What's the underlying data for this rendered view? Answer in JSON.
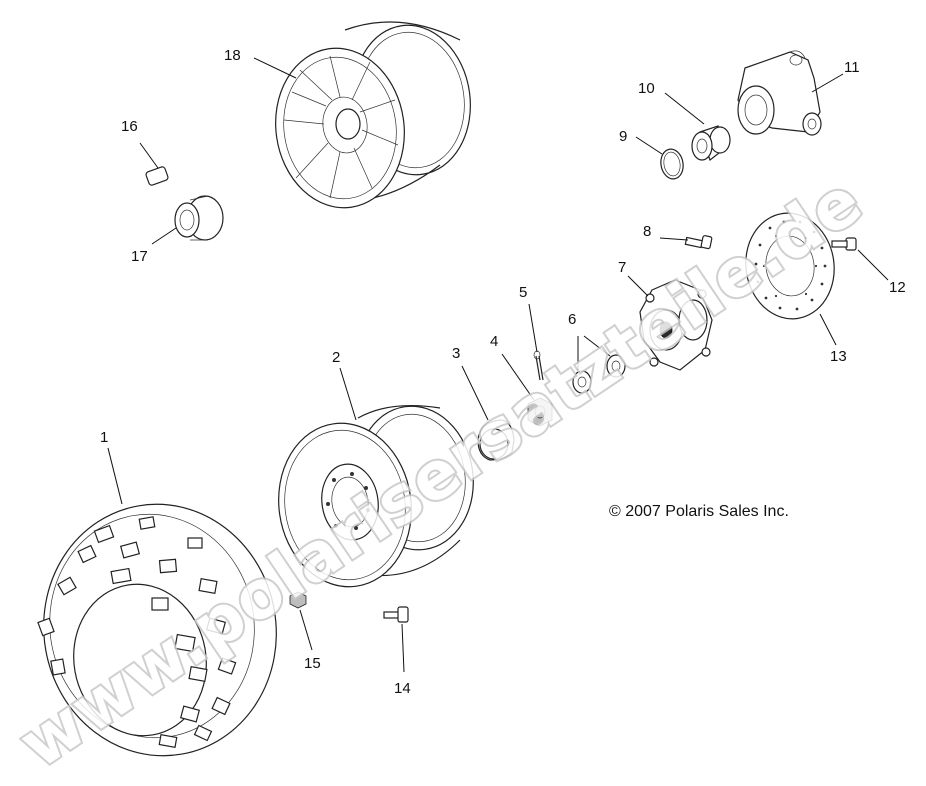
{
  "copyright": "© 2007 Polaris Sales Inc.",
  "watermark": "www.polarisersatzteile.de",
  "callouts": [
    "1",
    "2",
    "3",
    "4",
    "5",
    "6",
    "7",
    "8",
    "9",
    "10",
    "11",
    "12",
    "13",
    "14",
    "15",
    "16",
    "17",
    "18"
  ],
  "parts": [
    {
      "id": "1",
      "icon": "tire-icon"
    },
    {
      "id": "2",
      "icon": "steel-wheel-rim-icon"
    },
    {
      "id": "3",
      "icon": "hub-cap-icon"
    },
    {
      "id": "4",
      "icon": "castle-nut-icon"
    },
    {
      "id": "5",
      "icon": "cotter-pin-icon"
    },
    {
      "id": "6",
      "icon": "washer-icon"
    },
    {
      "id": "7",
      "icon": "wheel-hub-icon"
    },
    {
      "id": "8",
      "icon": "bolt-icon"
    },
    {
      "id": "9",
      "icon": "retaining-ring-icon"
    },
    {
      "id": "10",
      "icon": "bearing-icon"
    },
    {
      "id": "11",
      "icon": "bearing-carrier-icon"
    },
    {
      "id": "12",
      "icon": "bolt-icon"
    },
    {
      "id": "13",
      "icon": "brake-disc-icon"
    },
    {
      "id": "14",
      "icon": "bolt-icon"
    },
    {
      "id": "15",
      "icon": "lug-nut-icon"
    },
    {
      "id": "16",
      "icon": "valve-stem-icon"
    },
    {
      "id": "17",
      "icon": "center-cap-icon"
    },
    {
      "id": "18",
      "icon": "alloy-wheel-rim-icon"
    }
  ]
}
